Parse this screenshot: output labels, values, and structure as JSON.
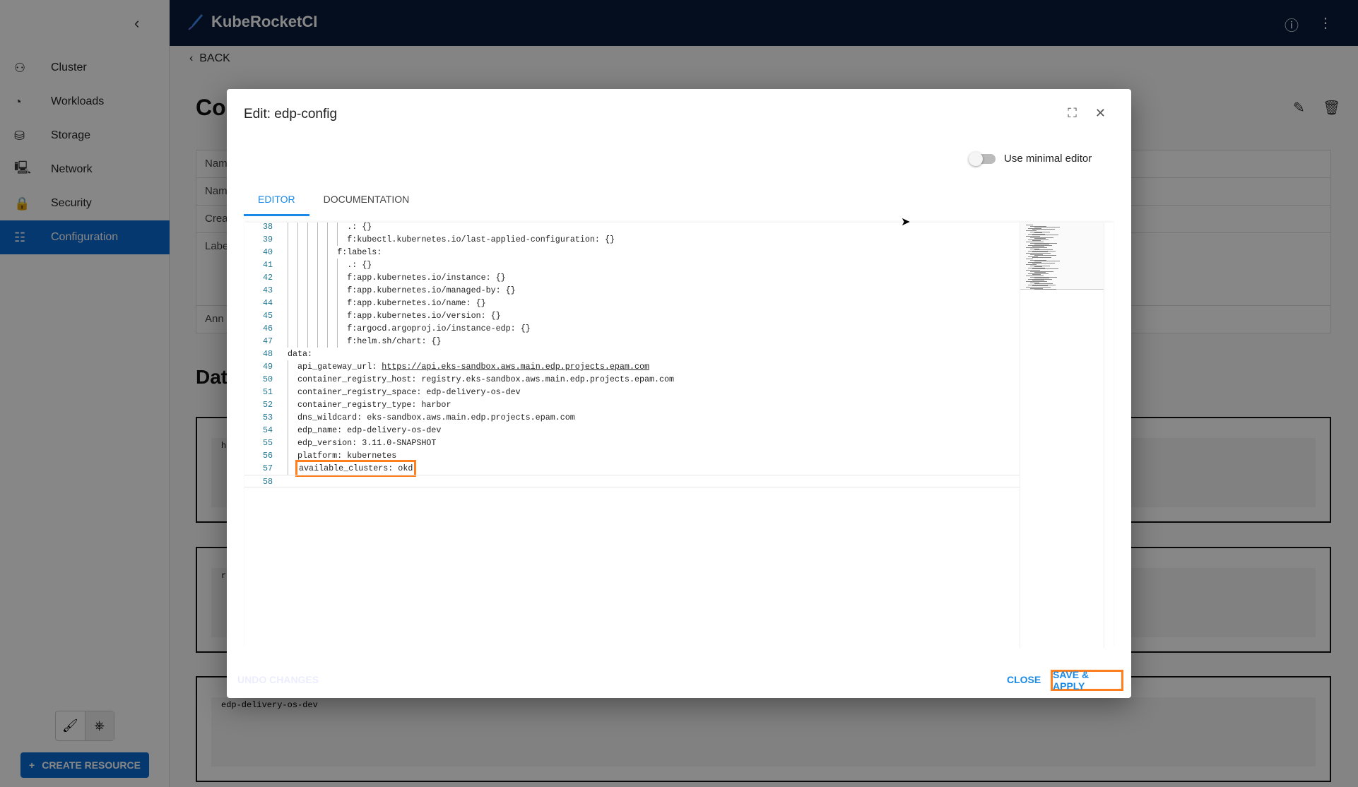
{
  "app": {
    "title": "KubeRocketCI"
  },
  "sidebar": {
    "items": [
      {
        "label": "Cluster",
        "icon": "cluster-icon"
      },
      {
        "label": "Workloads",
        "icon": "workloads-icon"
      },
      {
        "label": "Storage",
        "icon": "storage-icon"
      },
      {
        "label": "Network",
        "icon": "network-icon"
      },
      {
        "label": "Security",
        "icon": "lock-icon"
      },
      {
        "label": "Configuration",
        "icon": "configuration-icon",
        "selected": true
      }
    ],
    "create_label": "CREATE RESOURCE"
  },
  "background": {
    "back_label": "BACK",
    "title": "Co",
    "rows": [
      "Nam",
      "Nam",
      "Crea",
      "Labe",
      "Ann"
    ],
    "section": "Dat",
    "box3_text": "edp-delivery-os-dev",
    "box1_text": "h",
    "box2_text": "r"
  },
  "dialog": {
    "title": "Edit: edp-config",
    "toggle_label": "Use minimal editor",
    "toggle_on": false,
    "tabs": [
      "EDITOR",
      "DOCUMENTATION"
    ],
    "active_tab": "EDITOR",
    "lines": [
      {
        "n": "38",
        "indent": 12,
        "text": ".: {}"
      },
      {
        "n": "39",
        "indent": 12,
        "text": "f:kubectl.kubernetes.io/last-applied-configuration: {}"
      },
      {
        "n": "40",
        "indent": 10,
        "text": "f:labels:"
      },
      {
        "n": "41",
        "indent": 12,
        "text": ".: {}"
      },
      {
        "n": "42",
        "indent": 12,
        "text": "f:app.kubernetes.io/instance: {}"
      },
      {
        "n": "43",
        "indent": 12,
        "text": "f:app.kubernetes.io/managed-by: {}"
      },
      {
        "n": "44",
        "indent": 12,
        "text": "f:app.kubernetes.io/name: {}"
      },
      {
        "n": "45",
        "indent": 12,
        "text": "f:app.kubernetes.io/version: {}"
      },
      {
        "n": "46",
        "indent": 12,
        "text": "f:argocd.argoproj.io/instance-edp: {}"
      },
      {
        "n": "47",
        "indent": 12,
        "text": "f:helm.sh/chart: {}"
      },
      {
        "n": "48",
        "indent": 0,
        "text": "data:"
      },
      {
        "n": "49",
        "indent": 2,
        "text": "api_gateway_url: ",
        "url": "https://api.eks-sandbox.aws.main.edp.projects.epam.com"
      },
      {
        "n": "50",
        "indent": 2,
        "text": "container_registry_host: registry.eks-sandbox.aws.main.edp.projects.epam.com"
      },
      {
        "n": "51",
        "indent": 2,
        "text": "container_registry_space: edp-delivery-os-dev"
      },
      {
        "n": "52",
        "indent": 2,
        "text": "container_registry_type: harbor"
      },
      {
        "n": "53",
        "indent": 2,
        "text": "dns_wildcard: eks-sandbox.aws.main.edp.projects.epam.com"
      },
      {
        "n": "54",
        "indent": 2,
        "text": "edp_name: edp-delivery-os-dev"
      },
      {
        "n": "55",
        "indent": 2,
        "text": "edp_version: 3.11.0-SNAPSHOT"
      },
      {
        "n": "56",
        "indent": 2,
        "text": "platform: kubernetes"
      },
      {
        "n": "57",
        "indent": 2,
        "text": "available_clusters: okd",
        "highlighted": true
      },
      {
        "n": "58",
        "indent": 0,
        "text": "",
        "current": true
      }
    ],
    "undo_label": "UNDO CHANGES",
    "close_label": "CLOSE",
    "save_label": "SAVE & APPLY",
    "highlight_color": "#ff7f1f",
    "accent_color": "#1a8ae8"
  }
}
